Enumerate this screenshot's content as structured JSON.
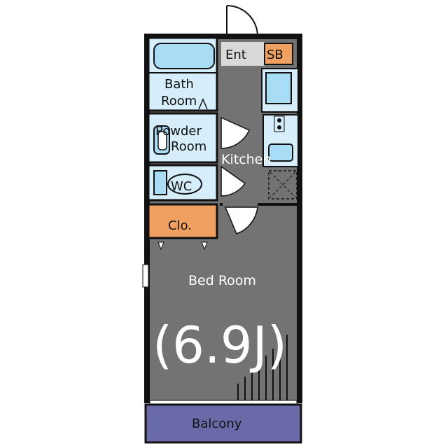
{
  "labels": {
    "entrance": "Ent",
    "shoe_box": "SB",
    "bath_room_line1": "Bath",
    "bath_room_line2": "Room",
    "powder_room_line1": "Powder",
    "powder_room_line2": "Room",
    "kitchen": "Kitchen",
    "wc": "WC",
    "closet": "Clo.",
    "bed_room": "Bed Room",
    "bed_room_size": "(6.9J)",
    "balcony": "Balcony"
  },
  "colors": {
    "wall": "#111111",
    "floor": "#737373",
    "wet_area": "#d6eefb",
    "fixture": "#a9dcf5",
    "storage": "#f0a060",
    "entrance": "#d9d9d9",
    "balcony": "#6a6aa8"
  }
}
